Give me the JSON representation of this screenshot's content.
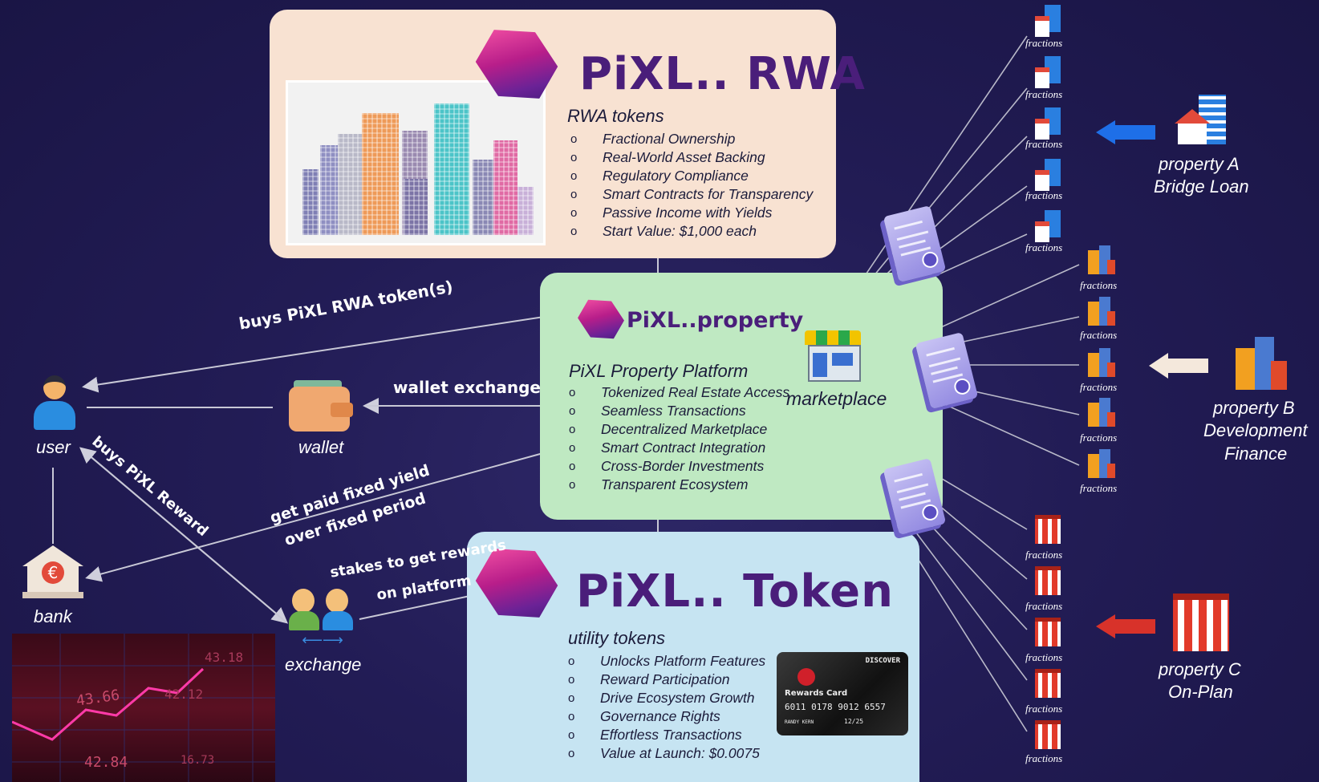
{
  "rwa": {
    "logo_text": "PiXL.. RWA",
    "subtitle": "RWA tokens",
    "features": [
      "Fractional Ownership",
      "Real-World Asset Backing",
      "Regulatory Compliance",
      "Smart Contracts for Transparency",
      "Passive Income with Yields",
      "Start Value: $1,000 each"
    ]
  },
  "property": {
    "logo_text": "PiXL..property",
    "subtitle": "PiXL Property Platform",
    "features": [
      "Tokenized Real Estate Access",
      "Seamless Transactions",
      "Decentralized Marketplace",
      "Smart Contract Integration",
      "Cross-Border Investments",
      "Transparent Ecosystem"
    ],
    "marketplace_label": "marketplace"
  },
  "token": {
    "logo_text": "PiXL.. Token",
    "subtitle": "utility tokens",
    "features": [
      "Unlocks Platform Features",
      "Reward Participation",
      "Drive Ecosystem Growth",
      "Governance Rights",
      "Effortless Transactions",
      "Value at Launch: $0.0075"
    ],
    "card": {
      "brand": "DISCOVER",
      "title": "Rewards Card",
      "number": "6011 0178 9012 6557",
      "name": "RANDY KERN",
      "expiry": "12/25"
    }
  },
  "actors": {
    "user": "user",
    "wallet": "wallet",
    "bank": "bank",
    "exchange": "exchange"
  },
  "flows": {
    "buys_rwa": "buys PiXL RWA token(s)",
    "wallet_exchange": "wallet exchange",
    "paid_yield_1": "get paid fixed yield",
    "paid_yield_2": "over fixed period",
    "buys_reward": "buys PiXL Reward",
    "stakes_1": "stakes to get rewards",
    "stakes_2": "on platform"
  },
  "fraction_label": "fractions",
  "properties": {
    "a": {
      "line1": "property A",
      "line2": "Bridge Loan",
      "arrow_color": "#1e6fe8"
    },
    "b": {
      "line1": "property B",
      "line2": "Development",
      "line3": "Finance",
      "arrow_color": "#f4e8dc"
    },
    "c": {
      "line1": "property C",
      "line2": "On-Plan",
      "arrow_color": "#d8322a"
    }
  },
  "trading": {
    "values": [
      "43.66",
      "42.12",
      "43.18",
      "42.84",
      "16.73"
    ]
  },
  "colors": {
    "rwa_panel": "#f8e2d2",
    "property_panel": "#bfe9c2",
    "token_panel": "#c6e4f2",
    "brand_purple": "#4a1e7a"
  }
}
